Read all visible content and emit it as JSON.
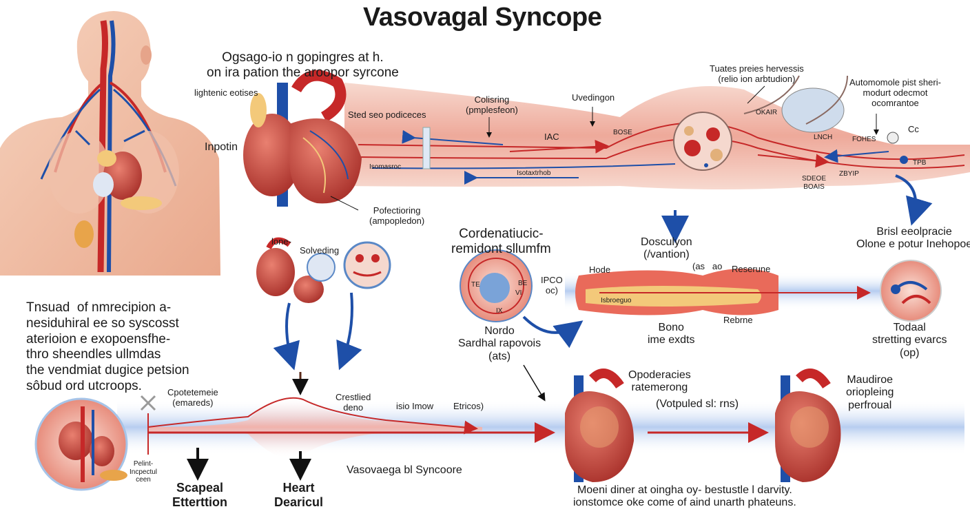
{
  "title": "Vasovagal Syncope",
  "top_caption": "Ogsago-io n gopingres at h.\non ira pation the aroopor syrcone",
  "labels": {
    "lightenic": "lightenic eotises",
    "inpotin": "Inpotin",
    "sted": "Sted seo podiceces",
    "collisring": "Colisring\n(pmplesfeon)",
    "iac": "IAC",
    "uvedingon": "Uvedingon",
    "bose": "BOSE",
    "isomasroc": "Isomasroc",
    "isotaxtrhob": "Isotaxtrhob",
    "pofectioring": "Pofectioring\n(ampopledon)",
    "tuates": "Tuates preies hervessis\n(relio ion arbtudion)",
    "okair": "OKAIR",
    "lnch": "LNCH",
    "automomole": "Automomole pist sheri-\nmodurt odecmot\nocomrantoe",
    "cc": "Cc",
    "fohes": "FOHES",
    "tpb": "TPB",
    "sdeoe": "SDEOE\nBOAIS",
    "zbyip": "ZBYIP",
    "lone": "lone-",
    "solveding": "Solveding",
    "cordenaticic": "Cordenatiucic-\nremidont sllumfm",
    "te": "TE",
    "be": "BE",
    "vi": "VI",
    "ix": "IX",
    "nordo": "Nordo\nSardhal rapovois\n(ats)",
    "ipco": "IPCO\noc)",
    "dosculyon": "Dosculyon\n(/vantion)",
    "hode": "Hode",
    "asao": "(as   ao",
    "reserune": "Reserune",
    "isbroeguo": "Isbroeguo",
    "rebrne": "Rebrne",
    "bono": "Bono\nime exdts",
    "brist": "Brisl eeolpracie\nOlone e potur Inehopoe",
    "todaal": "Todaal\nstretting evarcs\n(op)",
    "tnsuad": "Tnsuad  of nmrecipion a-\nnesiduhiral ee so syscosst\naterioion e exopoensfhe-\nthro sheendles ullmdas\nthe vendmiat dugice petsion\nsôbud ord utcroops.",
    "coretemete": "Cpotetemeie\n(emareds)",
    "crestlied": "Crestlied\ndeno",
    "isio": "isio Imow",
    "etricos": "Etricos)",
    "pelin": "Pelint-\nIncpectul\nceen",
    "opoderacies": "Opoderacies\nratemerong",
    "votpuled": "(Votpuled sl: rns)",
    "maudiroe": "Maudiroe\noriopleing\nperfroual",
    "vasovaega": "Vasovaega bl Syncoore",
    "scapeal": "Scapeal\nEtterttion",
    "heart": "Heart\nDearicul",
    "bottom_caption": "Moeni diner at oingha oy- bestustle l darvity.\nionstomce oke come of aind unarth phateuns."
  },
  "colors": {
    "artery": "#c62828",
    "vein": "#1e4fa8",
    "tissue": "#f2c4b0",
    "heart": "#c8483a",
    "band_blue": "#bcd3f0",
    "band_red": "#f3c1bb"
  }
}
